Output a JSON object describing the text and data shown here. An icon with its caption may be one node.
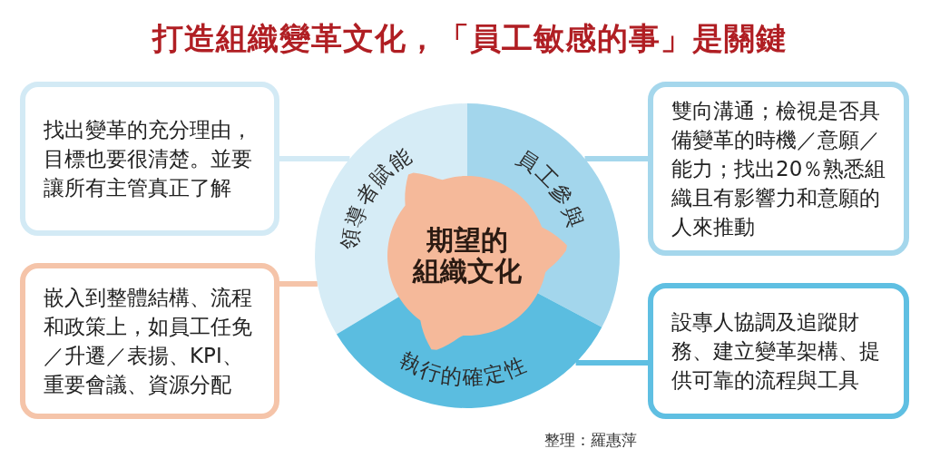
{
  "diagram": {
    "title": "打造組織變革文化，「員工敏感的事」是關鍵",
    "nodes": [
      {
        "text": [
          "找出變革的充分理由，目標也要很清楚。並要讓所有主管真正了解"
        ]
      },
      {
        "text": [
          "領導者賦能"
        ]
      },
      {
        "text": [
          "員工參與"
        ]
      },
      {
        "text": [
          "執行的確定性"
        ]
      },
      {
        "text": [
          "期望的組織文化"
        ]
      },
      {
        "text": [
          "雙向溝通；檢視是否具備變革的時機／意願／能力；找出20％熟悉組織且有影響力和意願的人來推動"
        ]
      },
      {
        "text": [
          "嵌入到整體結構、流程和政策上，如員工任免／升遷／表揚、KPI、重要會議、資源分配"
        ]
      },
      {
        "text": [
          "設專人協調及追蹤財務、建立變革架構、提供可靠的流程與工具"
        ]
      }
    ],
    "edges": [
      {
        "from": 0,
        "to": 1,
        "arrow": "none",
        "color": "#d3eaf5"
      },
      {
        "from": 6,
        "to": 1,
        "arrow": "none",
        "color": "#f5c4a9"
      },
      {
        "from": 5,
        "to": 2,
        "arrow": "none",
        "color": "#a5d7ec"
      },
      {
        "from": 7,
        "to": 3,
        "arrow": "none",
        "color": "#5fbfe2"
      }
    ],
    "labels": [
      "整理：羅惠萍"
    ]
  }
}
